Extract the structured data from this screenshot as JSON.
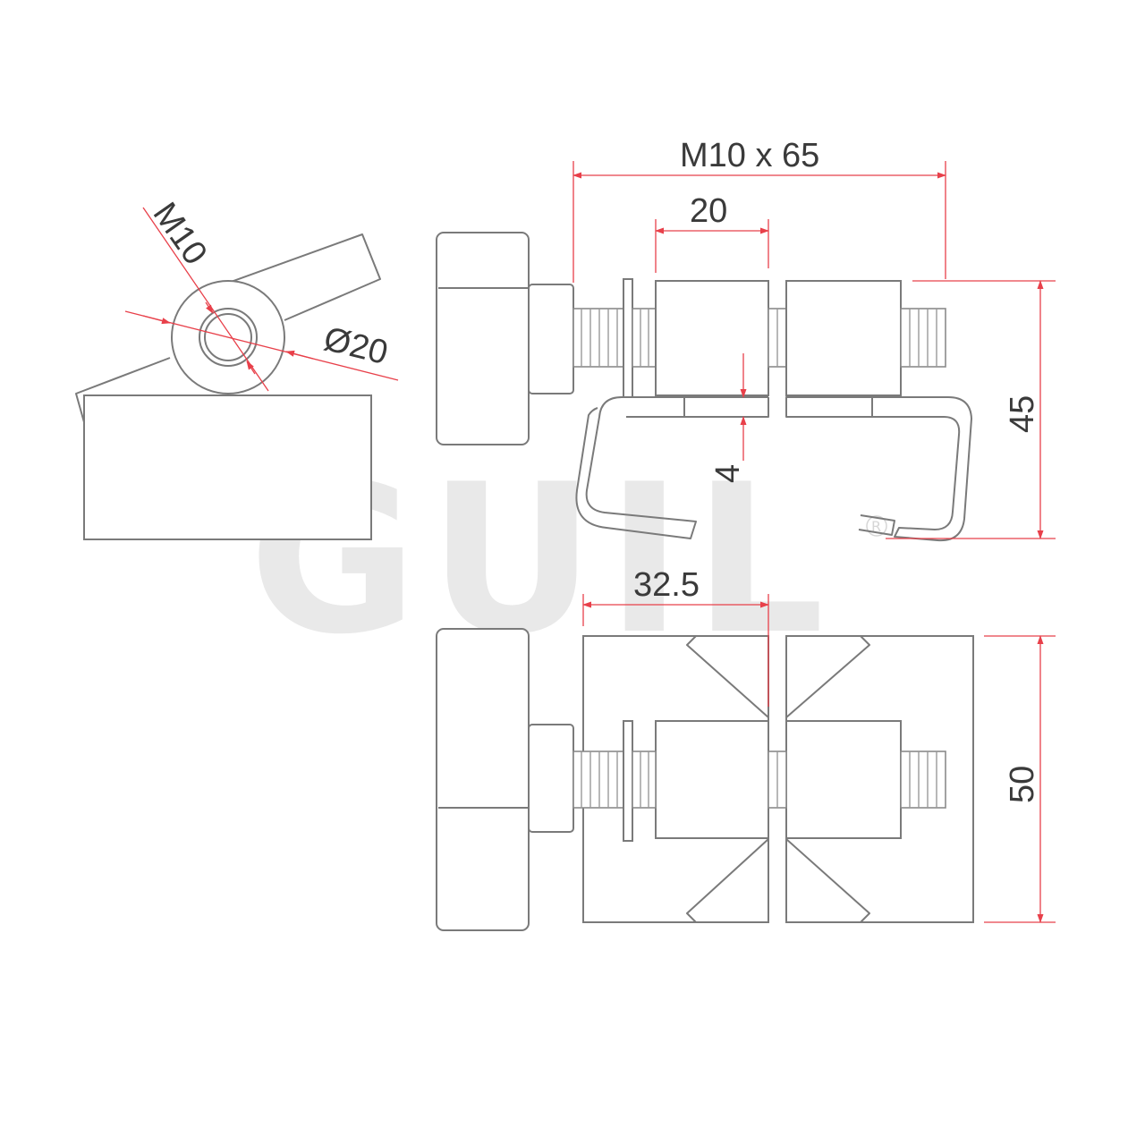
{
  "dimensions": {
    "bolt": "M10 x 65",
    "block_width": "20",
    "gap": "4",
    "height_side": "45",
    "thread_diameter": "M10",
    "washer_diameter": "Ø20",
    "offset": "32.5",
    "height_top": "50"
  },
  "watermark": {
    "brand": "GUIL",
    "registered_mark": "R"
  },
  "colors": {
    "dimension_line": "#e8404a",
    "part_outline": "#7a7a7a",
    "watermark": "#e9e9e9"
  }
}
